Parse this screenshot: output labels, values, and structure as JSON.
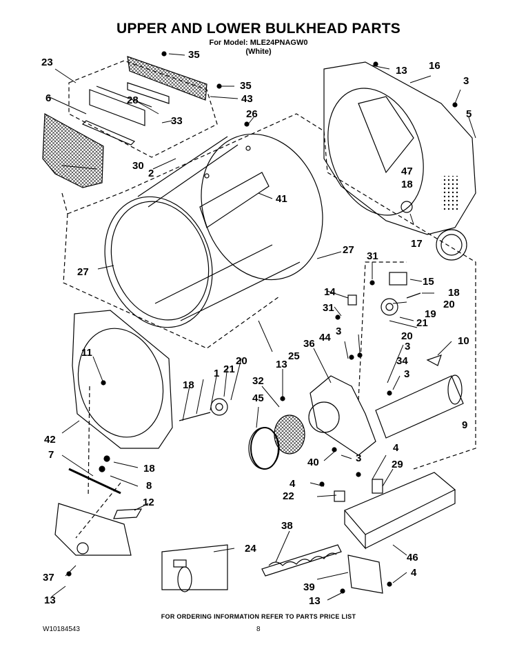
{
  "header": {
    "title": "UPPER AND LOWER BULKHEAD PARTS",
    "model_line": "For Model: MLE24PNAGW0",
    "color_line": "(White)"
  },
  "callouts": [
    {
      "id": "c23",
      "label": "23"
    },
    {
      "id": "c35a",
      "label": "35"
    },
    {
      "id": "c6",
      "label": "6"
    },
    {
      "id": "c28",
      "label": "28"
    },
    {
      "id": "c35b",
      "label": "35"
    },
    {
      "id": "c43",
      "label": "43"
    },
    {
      "id": "c33",
      "label": "33"
    },
    {
      "id": "c26",
      "label": "26"
    },
    {
      "id": "c30",
      "label": "30"
    },
    {
      "id": "c2",
      "label": "2"
    },
    {
      "id": "c41",
      "label": "41"
    },
    {
      "id": "c13a",
      "label": "13"
    },
    {
      "id": "c16",
      "label": "16"
    },
    {
      "id": "c3a",
      "label": "3"
    },
    {
      "id": "c5",
      "label": "5"
    },
    {
      "id": "c47",
      "label": "47"
    },
    {
      "id": "c18a",
      "label": "18"
    },
    {
      "id": "c17",
      "label": "17"
    },
    {
      "id": "c27a",
      "label": "27"
    },
    {
      "id": "c27b",
      "label": "27"
    },
    {
      "id": "c31a",
      "label": "31"
    },
    {
      "id": "c15",
      "label": "15"
    },
    {
      "id": "c18b",
      "label": "18"
    },
    {
      "id": "c14",
      "label": "14"
    },
    {
      "id": "c20a",
      "label": "20"
    },
    {
      "id": "c31b",
      "label": "31"
    },
    {
      "id": "c19",
      "label": "19"
    },
    {
      "id": "c21a",
      "label": "21"
    },
    {
      "id": "c20b",
      "label": "20"
    },
    {
      "id": "c10",
      "label": "10"
    },
    {
      "id": "c11",
      "label": "11"
    },
    {
      "id": "c25",
      "label": "25"
    },
    {
      "id": "c36",
      "label": "36"
    },
    {
      "id": "c44",
      "label": "44"
    },
    {
      "id": "c3b",
      "label": "3"
    },
    {
      "id": "c3c",
      "label": "3"
    },
    {
      "id": "c20c",
      "label": "20"
    },
    {
      "id": "c21b",
      "label": "21"
    },
    {
      "id": "c1",
      "label": "1"
    },
    {
      "id": "c18c",
      "label": "18"
    },
    {
      "id": "c13b",
      "label": "13"
    },
    {
      "id": "c34",
      "label": "34"
    },
    {
      "id": "c3d",
      "label": "3"
    },
    {
      "id": "c32",
      "label": "32"
    },
    {
      "id": "c45",
      "label": "45"
    },
    {
      "id": "c9",
      "label": "9"
    },
    {
      "id": "c42",
      "label": "42"
    },
    {
      "id": "c7",
      "label": "7"
    },
    {
      "id": "c18d",
      "label": "18"
    },
    {
      "id": "c8",
      "label": "8"
    },
    {
      "id": "c40",
      "label": "40"
    },
    {
      "id": "c3e",
      "label": "3"
    },
    {
      "id": "c4a",
      "label": "4"
    },
    {
      "id": "c29",
      "label": "29"
    },
    {
      "id": "c4b",
      "label": "4"
    },
    {
      "id": "c22",
      "label": "22"
    },
    {
      "id": "c12",
      "label": "12"
    },
    {
      "id": "c38",
      "label": "38"
    },
    {
      "id": "c24",
      "label": "24"
    },
    {
      "id": "c46",
      "label": "46"
    },
    {
      "id": "c4c",
      "label": "4"
    },
    {
      "id": "c37",
      "label": "37"
    },
    {
      "id": "c39",
      "label": "39"
    },
    {
      "id": "c13c",
      "label": "13"
    },
    {
      "id": "c13d",
      "label": "13"
    }
  ],
  "footer": {
    "ordering_note": "FOR ORDERING INFORMATION REFER TO PARTS PRICE LIST",
    "doc_number": "W10184543",
    "page_number": "8"
  }
}
